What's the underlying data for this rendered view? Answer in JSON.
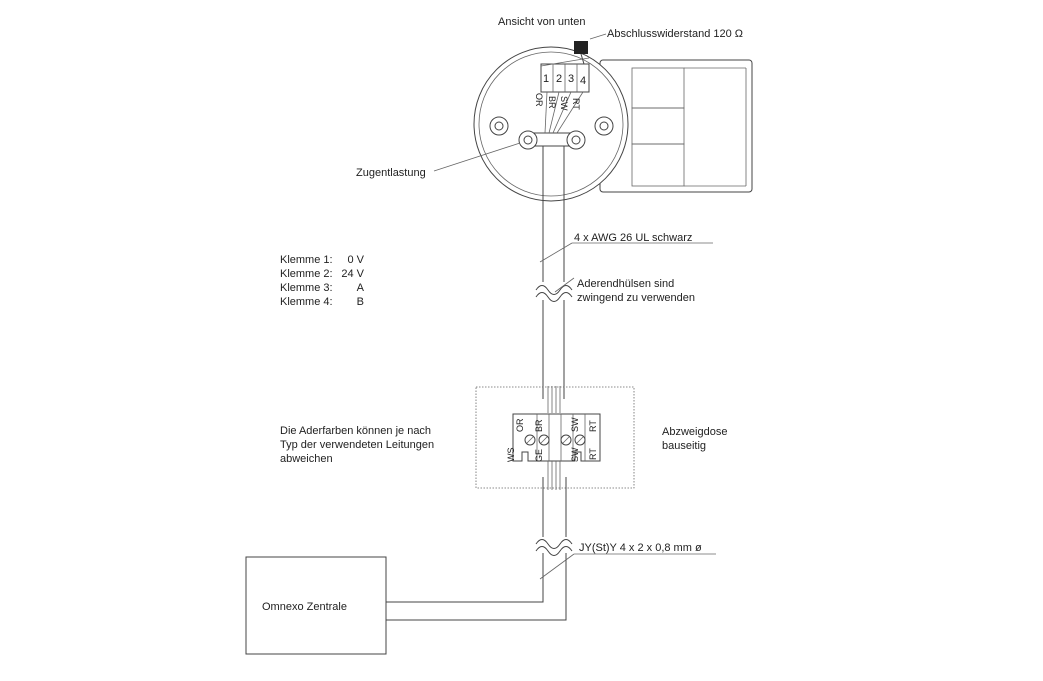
{
  "labels": {
    "view_title": "Ansicht von unten",
    "termination": "Abschlusswiderstand 120 Ω",
    "strain_relief": "Zugentlastung",
    "cable1": "4 x AWG 26 UL schwarz",
    "ferrules_line1": "Aderendhülsen sind",
    "ferrules_line2": "zwingend zu verwenden",
    "colors_note_line1": "Die Aderfarben können je nach",
    "colors_note_line2": "Typ der verwendeten Leitungen",
    "colors_note_line3": "abweichen",
    "junction_box_line1": "Abzweigdose",
    "junction_box_line2": "bauseitig",
    "cable2": "JY(St)Y 4 x 2 x 0,8 mm ø",
    "central_unit": "Omnexo Zentrale"
  },
  "terminals": [
    {
      "name": "Klemme 1:",
      "value": "0 V"
    },
    {
      "name": "Klemme 2:",
      "value": "24 V"
    },
    {
      "name": "Klemme 3:",
      "value": "A"
    },
    {
      "name": "Klemme 4:",
      "value": "B"
    }
  ],
  "device_terminal_numbers": [
    "1",
    "2",
    "3",
    "4"
  ],
  "device_wire_colors": [
    "OR",
    "BR",
    "SW",
    "RT"
  ],
  "box_wire_colors_top": [
    "WS",
    "OR",
    "BR",
    "SW",
    "RT"
  ],
  "box_wire_colors_bottom": [
    "GE",
    "SW",
    "RT"
  ]
}
